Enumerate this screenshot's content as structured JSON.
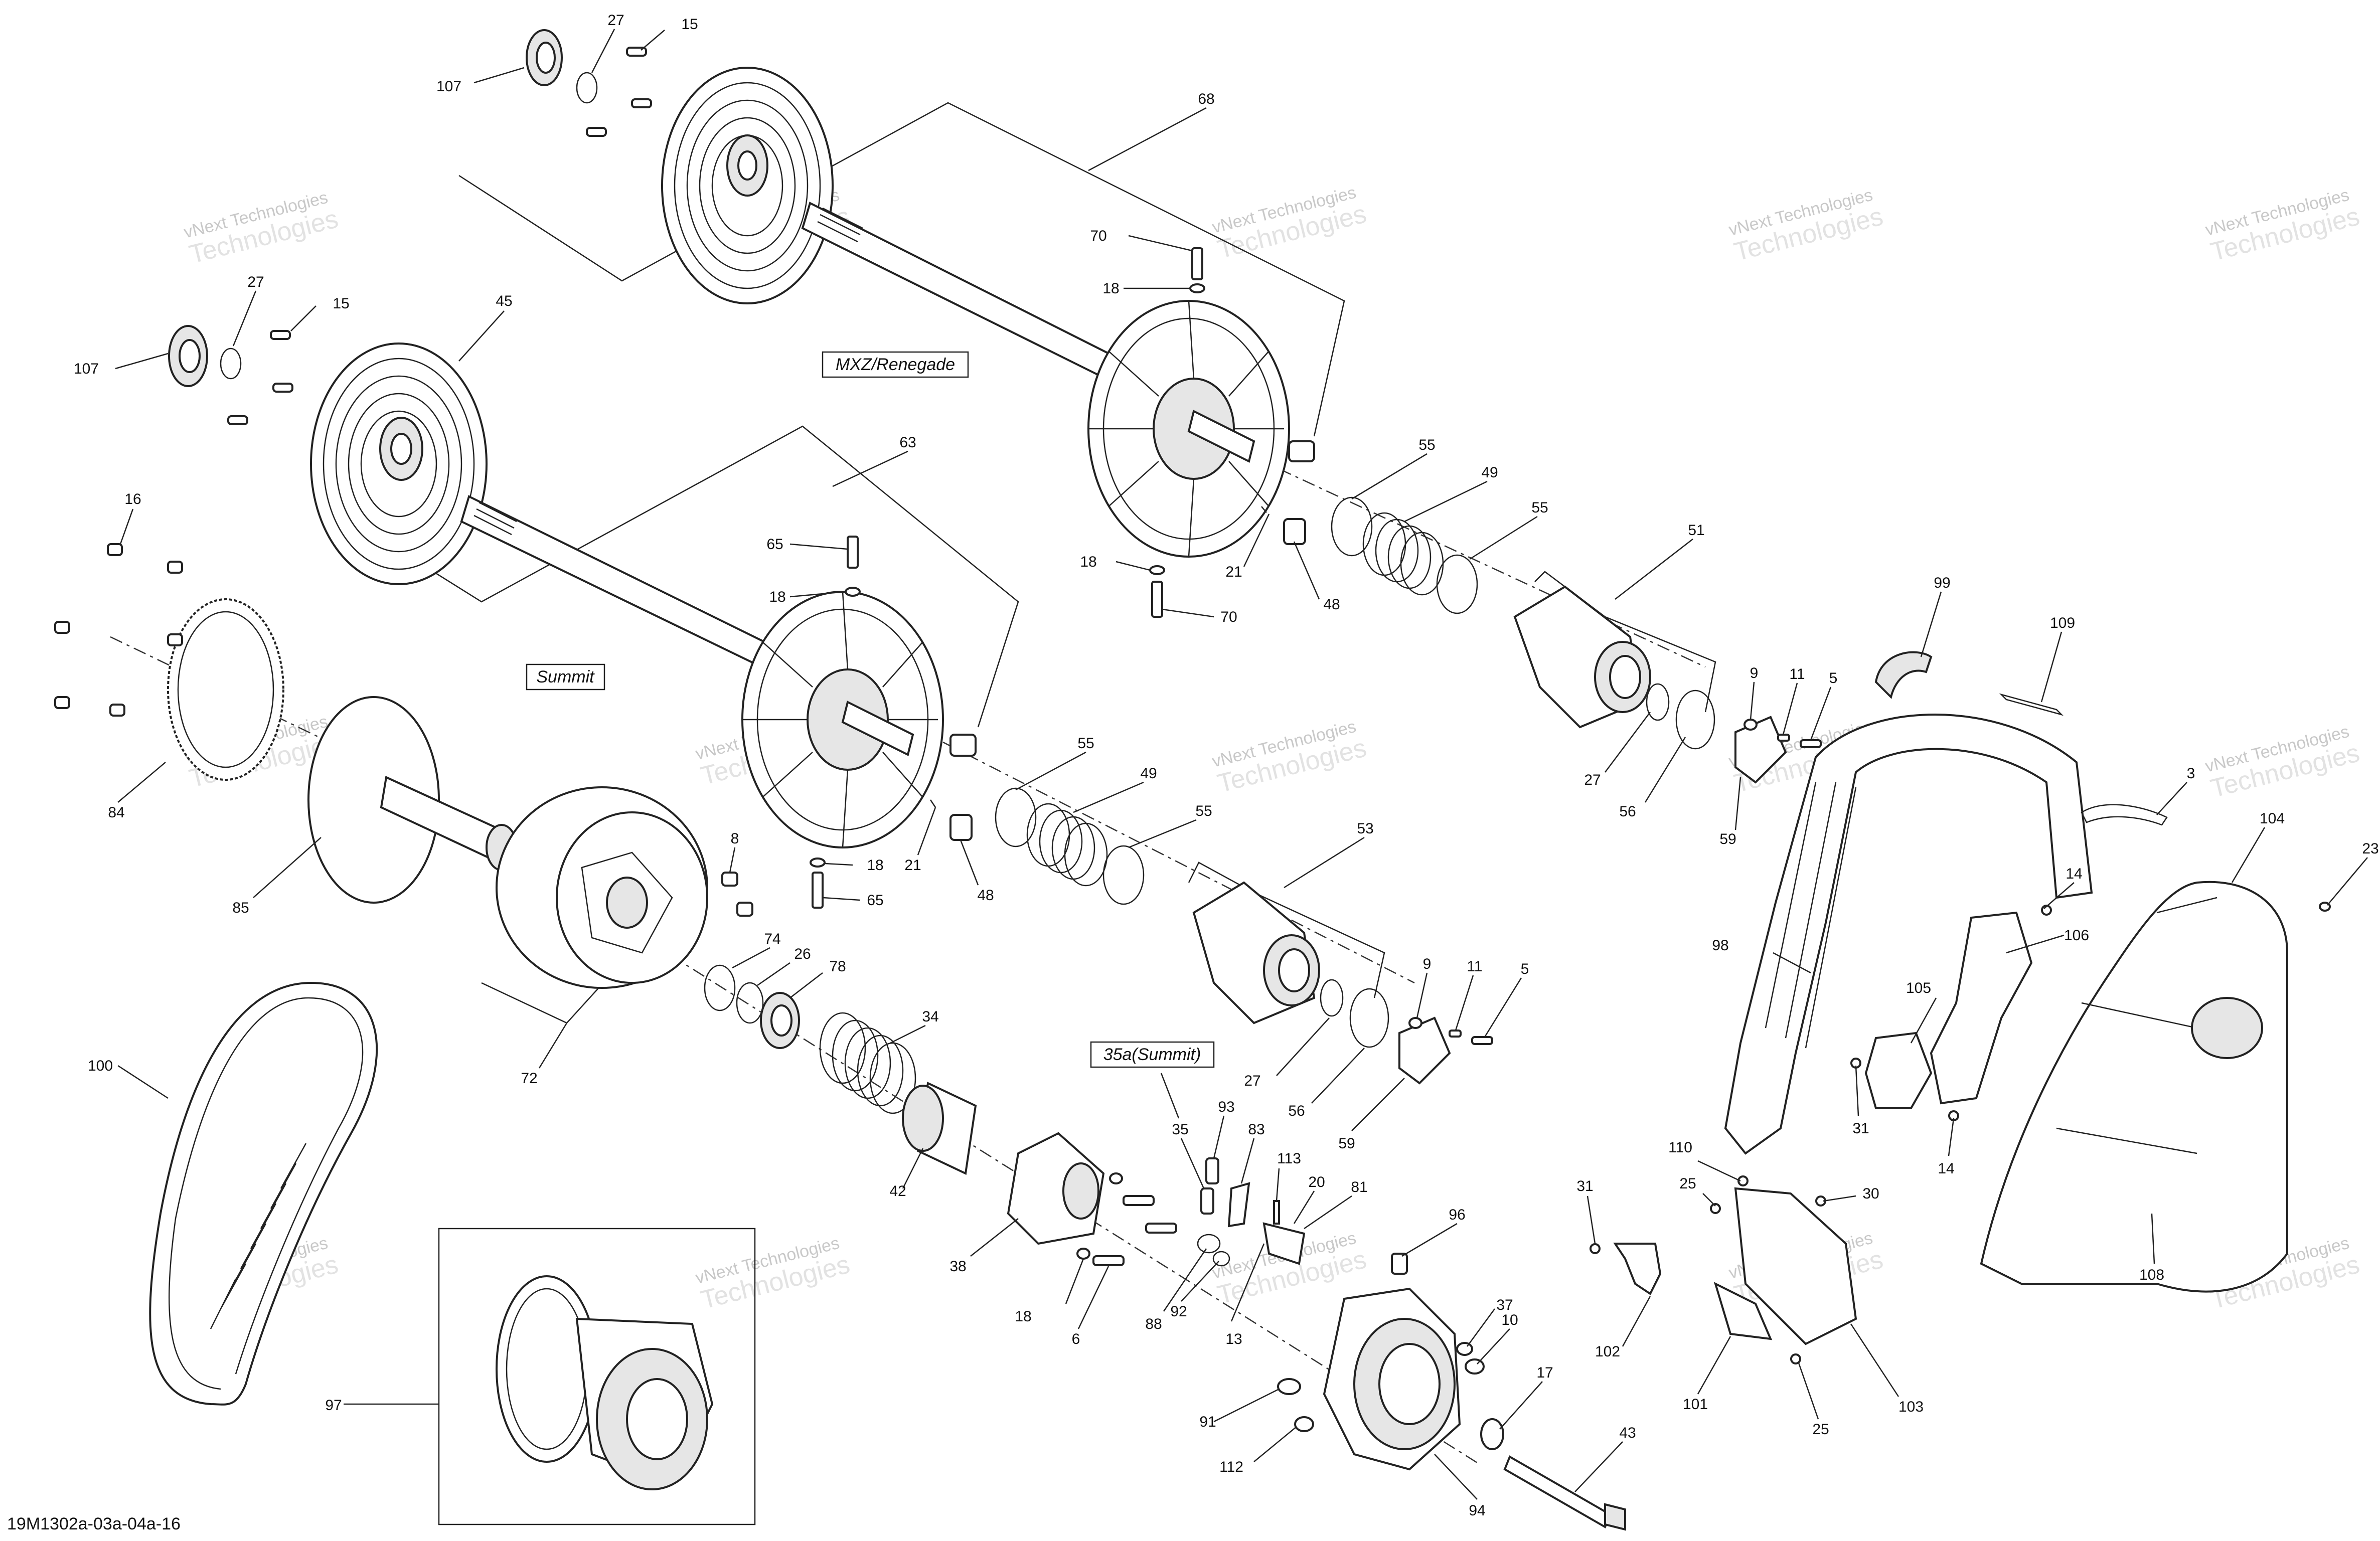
{
  "diagram_code": "19M1302a-03a-04a-16",
  "watermark": {
    "line1": "vNext Technologies",
    "line2": "Technologies"
  },
  "variant_labels": {
    "mxz": "MXZ/Renegade",
    "summit": "Summit",
    "summit_35a": "35a(Summit)"
  },
  "callouts": [
    "107",
    "27",
    "15",
    "45",
    "68",
    "70",
    "18",
    "27",
    "15",
    "107",
    "63",
    "65",
    "18",
    "16",
    "55",
    "49",
    "55",
    "51",
    "21",
    "48",
    "18",
    "70",
    "99",
    "109",
    "9",
    "11",
    "5",
    "27",
    "56",
    "59",
    "3",
    "104",
    "23",
    "84",
    "85",
    "55",
    "49",
    "55",
    "53",
    "8",
    "18",
    "65",
    "21",
    "48",
    "14",
    "106",
    "105",
    "98",
    "9",
    "11",
    "5",
    "74",
    "26",
    "78",
    "72",
    "27",
    "56",
    "59",
    "31",
    "14",
    "100",
    "34",
    "35a",
    "35",
    "93",
    "83",
    "113",
    "20",
    "81",
    "42",
    "38",
    "18",
    "6",
    "88",
    "92",
    "13",
    "96",
    "37",
    "10",
    "110",
    "25",
    "30",
    "31",
    "102",
    "101",
    "25",
    "103",
    "108",
    "97",
    "91",
    "112",
    "17",
    "43",
    "94"
  ]
}
